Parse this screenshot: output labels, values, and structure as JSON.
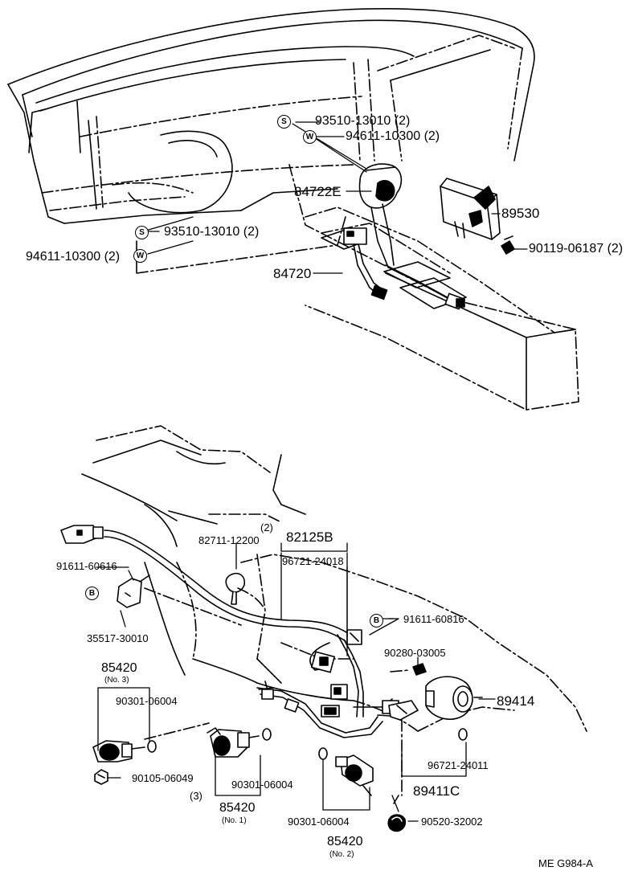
{
  "callouts": {
    "p93510_top": "93510-13010 (2)",
    "p94611_top": "94611-10300 (2)",
    "p84722E": "84722E",
    "p89530": "89530",
    "p93510_left": "93510-13010 (2)",
    "p94611_left": "94611-10300 (2)",
    "p90119": "90119-06187 (2)",
    "p84720": "84720",
    "p82711": "82711-12200",
    "p82711_qty": "(2)",
    "p82125B": "82125B",
    "p96721_top": "96721-24018",
    "p91611_60616": "91611-60616",
    "p35517": "35517-30010",
    "p91611_60816": "91611-60816",
    "p90280": "90280-03005",
    "p85420_no3": "85420",
    "p85420_no3_sub": "(No. 3)",
    "p90301_a": "90301-06004",
    "p89414": "89414",
    "p96721_bottom": "96721-24011",
    "p90105": "90105-06049",
    "p90105_qty": "(3)",
    "p90301_b": "90301-06004",
    "p89411C": "89411C",
    "p85420_no1": "85420",
    "p85420_no1_sub": "(No. 1)",
    "p90301_c": "90301-06004",
    "p90520": "90520-32002",
    "p85420_no2": "85420",
    "p85420_no2_sub": "(No. 2)"
  },
  "symbols": {
    "screw": "S",
    "washer": "W",
    "bolt": "B"
  },
  "footer": {
    "code": "ME  G984-A"
  }
}
